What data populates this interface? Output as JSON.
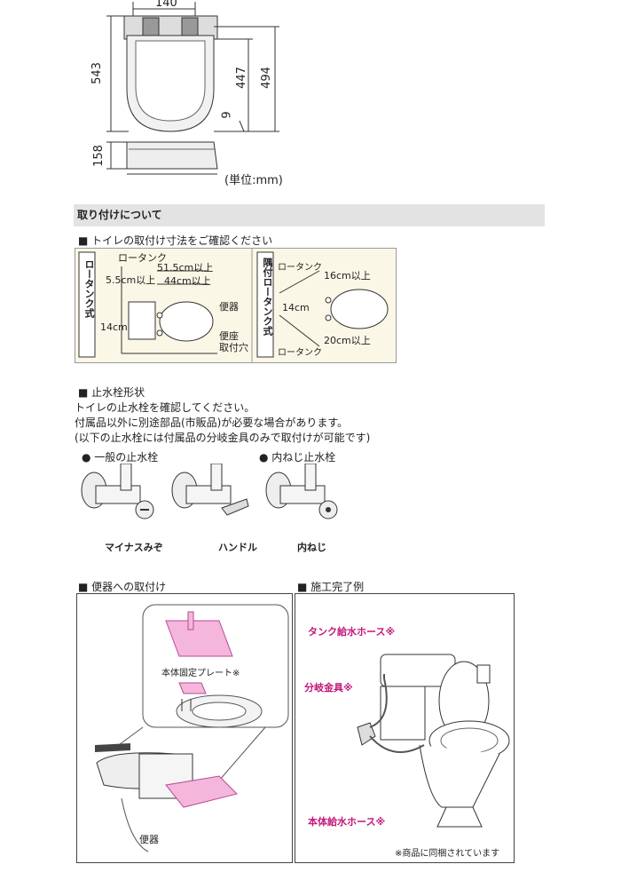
{
  "dimensions": {
    "top_width": "140",
    "total_length": "543",
    "seat_length": "447",
    "lid_length": "494",
    "gap": "9",
    "height": "158",
    "unit": "(単位:mm)"
  },
  "section_title": "取り付けについて",
  "install_dims": {
    "heading": "■ トイレの取付け寸法をご確認ください",
    "low_tank_label": "ロータンク式",
    "low_tank": "ロータンク",
    "d1": "51.5cm以上",
    "d2": "5.5cm以上",
    "d3": "44cm以上",
    "d4": "14cm",
    "toilet": "便器",
    "mount_hole": "便座\n取付穴",
    "corner_label": "隅付ロータンク式",
    "corner_tank_top": "ロータンク",
    "corner_tank_bottom": "ロータンク",
    "c1": "16cm以上",
    "c2": "14cm",
    "c3": "20cm以上"
  },
  "valve": {
    "heading": "■ 止水栓形状",
    "line1": "トイレの止水栓を確認してください。",
    "line2": "付属品以外に別途部品(市販品)が必要な場合があります。",
    "line3": "(以下の止水栓には付属品の分岐金具のみで取付けが可能です)",
    "general": "● 一般の止水栓",
    "inner": "● 内ねじ止水栓",
    "type1": "マイナスみぞ",
    "type2": "ハンドル",
    "type3": "内ねじ"
  },
  "mount": {
    "heading": "■ 便器への取付け",
    "plate": "本体固定プレート※",
    "toilet": "便器"
  },
  "example": {
    "heading": "■ 施工完了例",
    "tank_hose": "タンク給水ホース※",
    "branch": "分岐金具※",
    "body_hose": "本体給水ホース※",
    "note": "※商品に同梱されています"
  },
  "colors": {
    "accent_pink": "#f5b6dc",
    "label_magenta": "#c2187a",
    "panel_bg": "#fbf7e6",
    "section_bg": "#e3e3e3"
  }
}
